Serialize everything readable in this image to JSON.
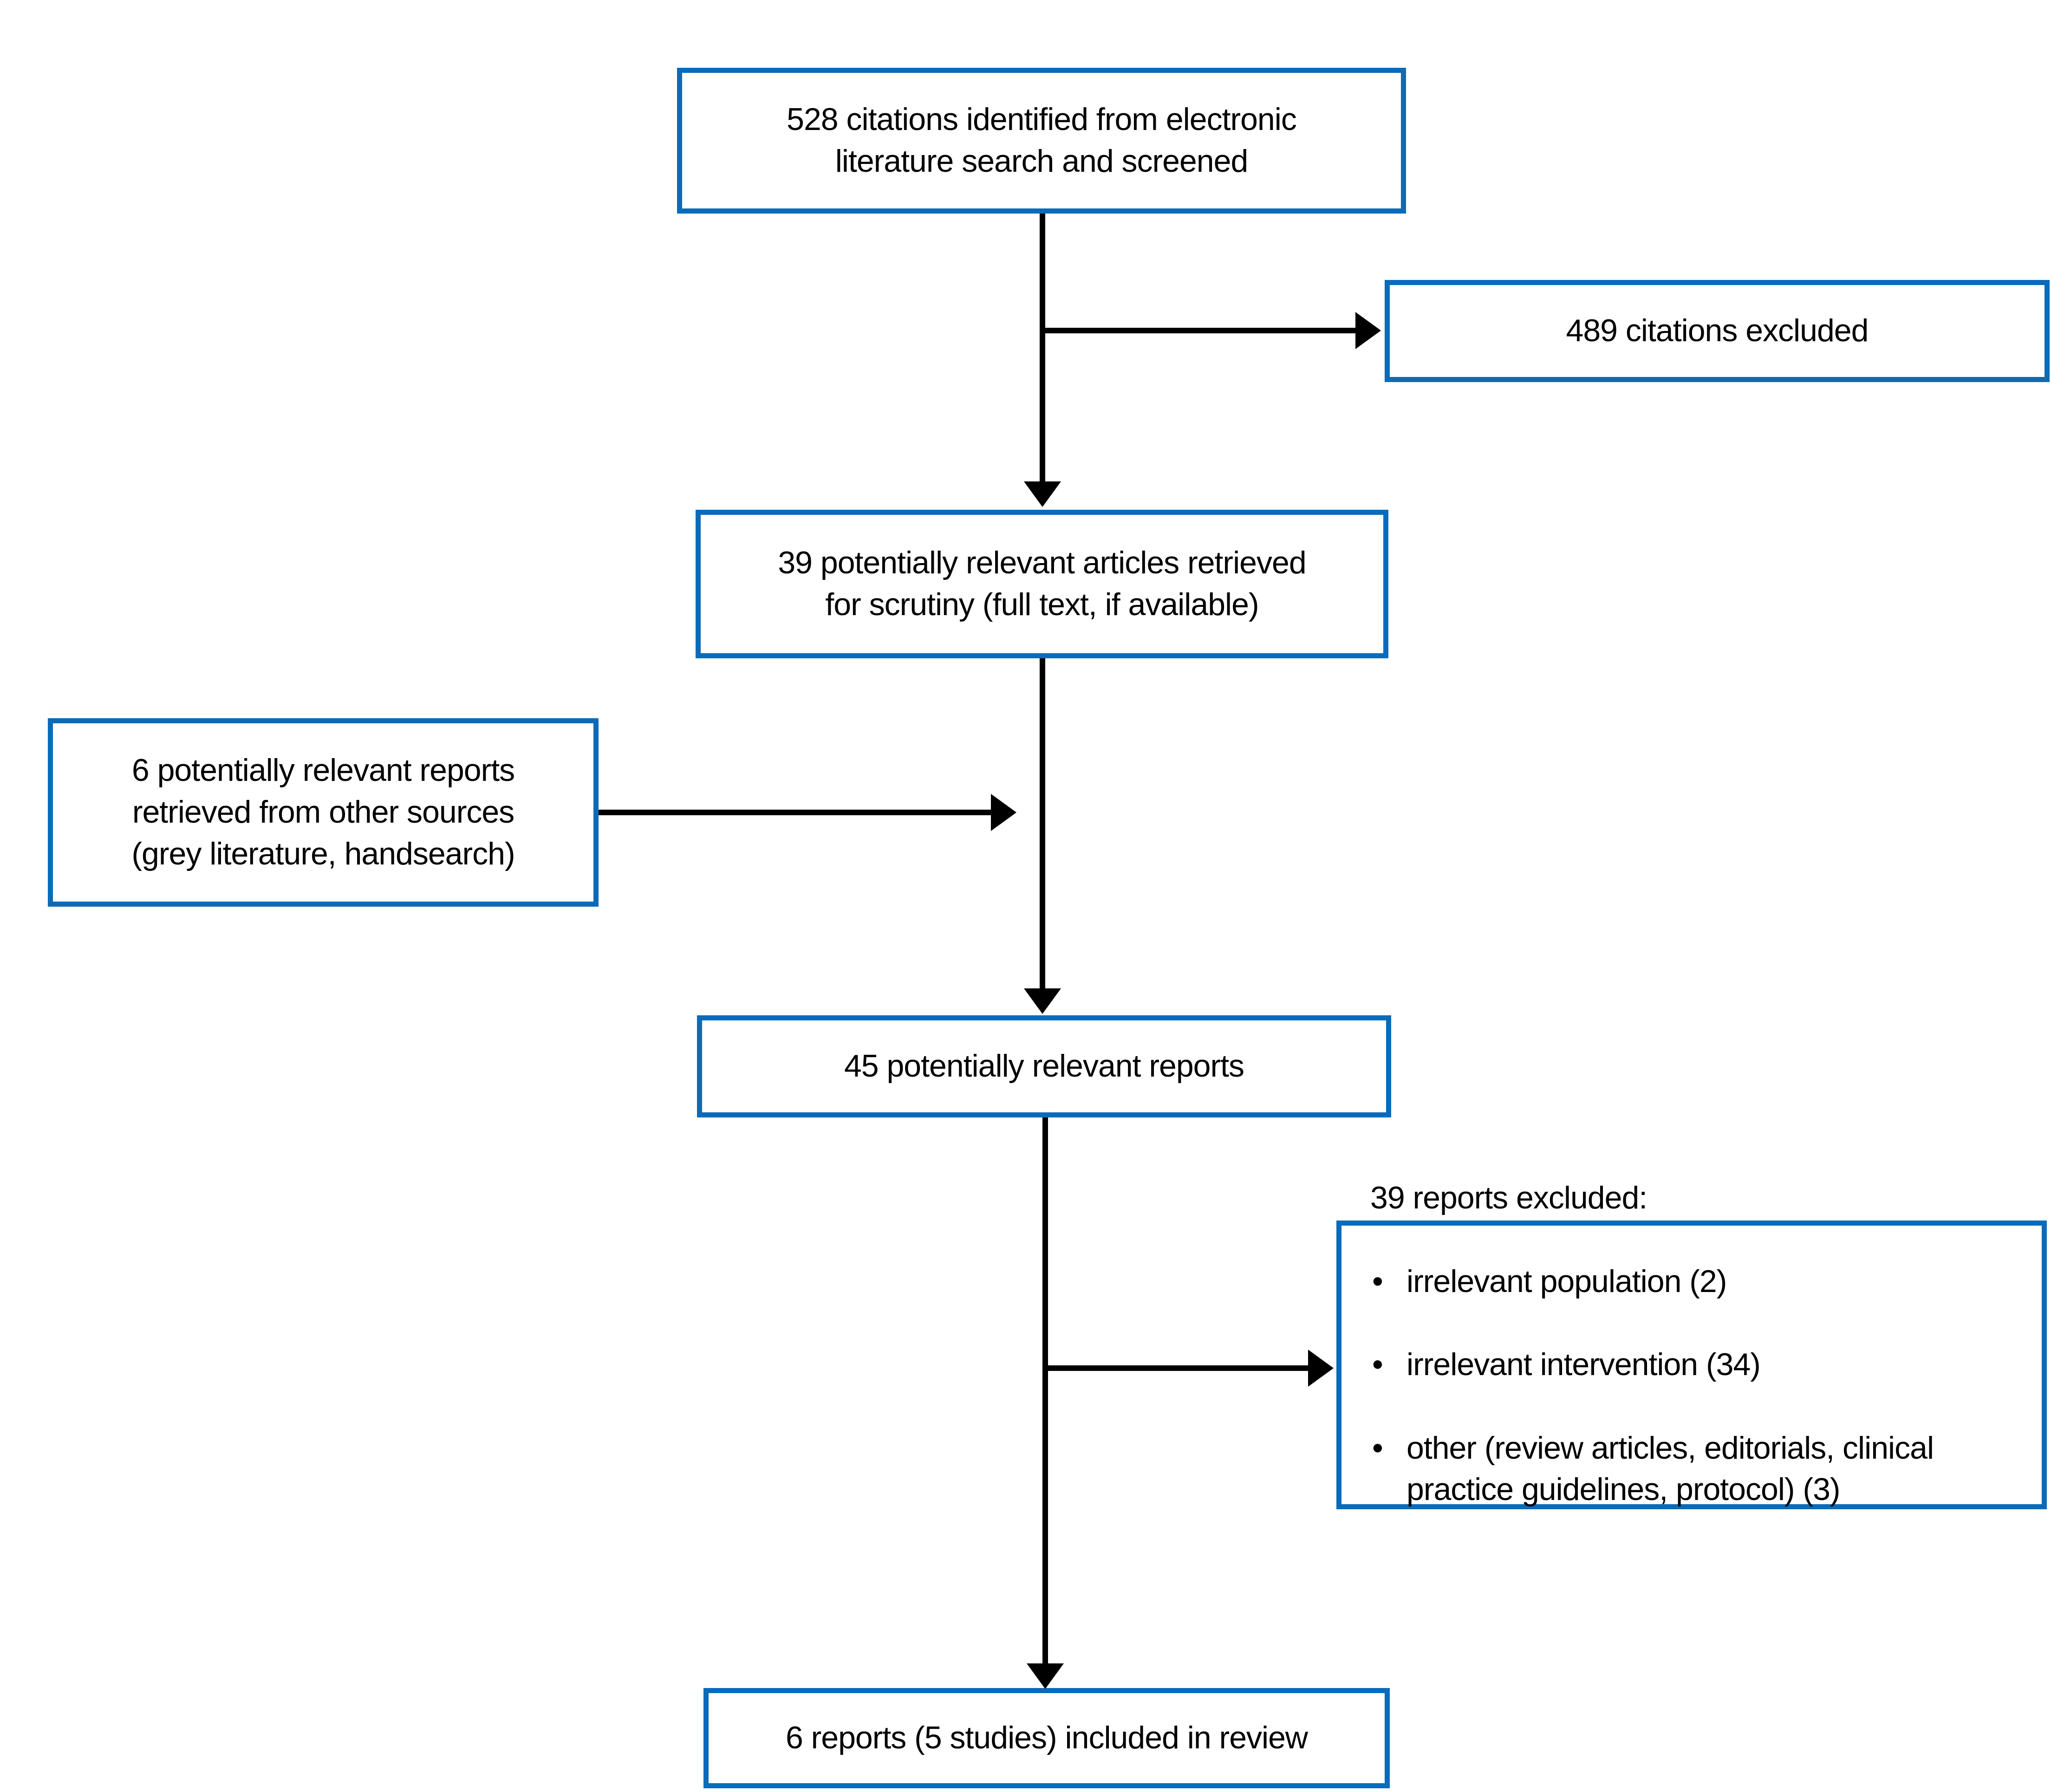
{
  "flowchart": {
    "background_color": "#ffffff",
    "box_border_color": "#0b6bb8",
    "arrow_color": "#000000",
    "nodes": {
      "identified": "528 citations identified from electronic\nliterature search and screened",
      "citations_excluded": "489 citations excluded",
      "articles_retrieved": "39 potentially relevant articles retrieved\nfor scrutiny (full text, if available)",
      "other_sources": "6 potentially relevant reports\nretrieved from other sources\n(grey literature, handsearch)",
      "combined_reports": "45 potentially relevant reports",
      "reports_excluded_heading": "39 reports excluded:",
      "reports_excluded_bullets": [
        "irrelevant population (2)",
        "irrelevant intervention (34)",
        "other (review articles, editorials, clinical\npractice guidelines, protocol) (3)"
      ],
      "included": "6 reports (5 studies) included in review"
    }
  }
}
